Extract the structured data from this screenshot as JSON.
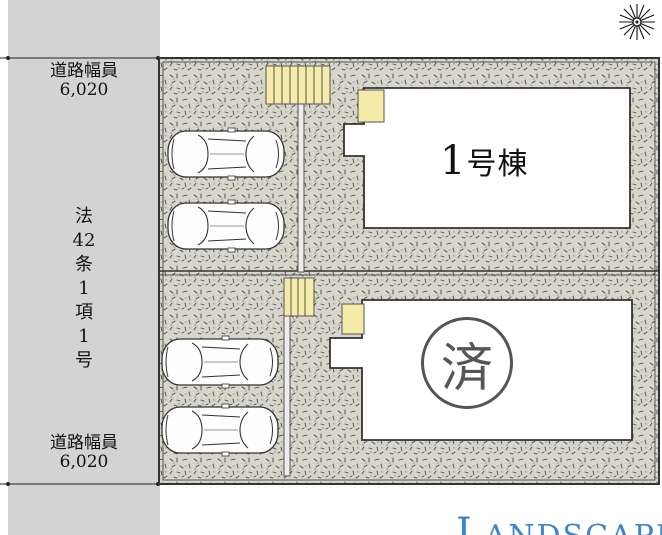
{
  "road": {
    "width_label_top": [
      "道路幅員",
      "6,020"
    ],
    "width_label_bottom": [
      "道路幅員",
      "6,020"
    ],
    "law_label": [
      "法",
      "42",
      "条",
      "1",
      "項",
      "1",
      "号"
    ]
  },
  "lots": [
    {
      "name": "1号棟",
      "prefix": "1",
      "suffix": "号棟",
      "status": ""
    },
    {
      "name": "",
      "status": "済"
    }
  ],
  "logo": {
    "first": "L",
    "rest": "ANDSCAPE"
  },
  "colors": {
    "road": "#d3d3d3",
    "gravel": "#d8d6cb",
    "stairs": "#f4eba8",
    "border": "#333333",
    "logo": "#3f86c9"
  },
  "icons": {
    "compass": "compass-star-icon"
  }
}
